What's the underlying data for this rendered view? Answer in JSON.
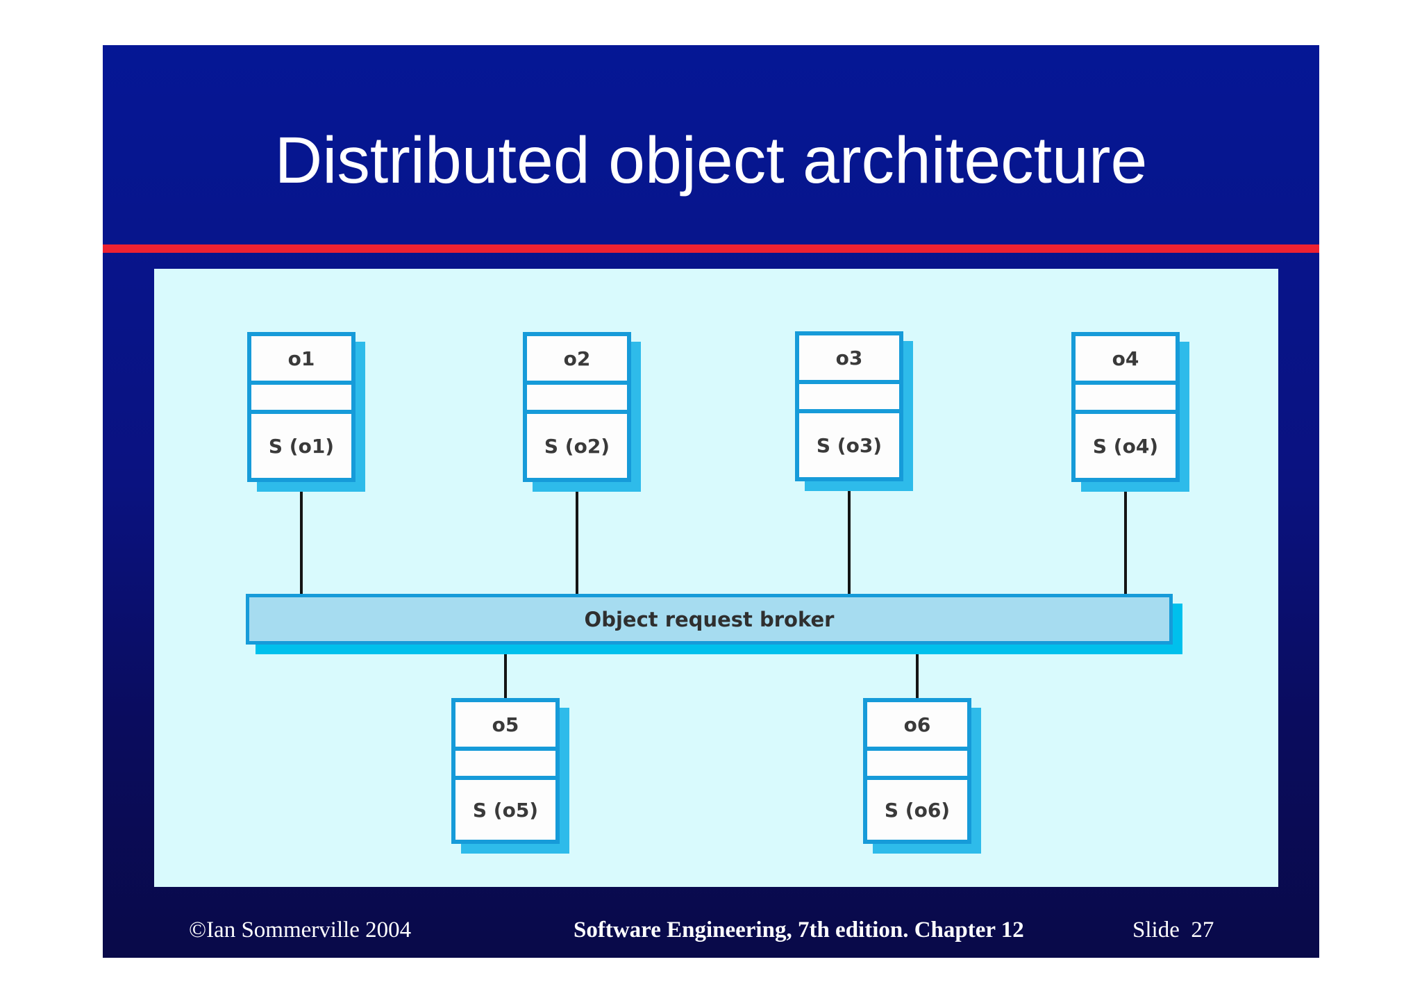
{
  "slide": {
    "title": "Distributed object architecture",
    "accent_line_color": "#ee2231",
    "background_top_color": "#051795",
    "background_bottom_color": "#090a49",
    "footer": {
      "copyright": "©Ian Sommerville 2004",
      "book_info": "Software Engineering, 7th edition. Chapter 12",
      "slide_number": "Slide  27"
    }
  },
  "diagram": {
    "panel_color": "#d9fafd",
    "box_border_color": "#169bd9",
    "box_shadow_color": "#2ebbea",
    "text_color": "#3a3a3a",
    "broker": {
      "label": "Object request broker",
      "fill_color": "#a6dcf0",
      "shadow_color": "#00c0ec"
    },
    "objects": [
      {
        "name": "o1",
        "middle": "",
        "service": "S (o1)"
      },
      {
        "name": "o2",
        "middle": "",
        "service": "S (o2)"
      },
      {
        "name": "o3",
        "middle": "",
        "service": "S (o3)"
      },
      {
        "name": "o4",
        "middle": "",
        "service": "S (o4)"
      },
      {
        "name": "o5",
        "middle": "",
        "service": "S (o5)"
      },
      {
        "name": "o6",
        "middle": "",
        "service": "S (o6)"
      }
    ]
  }
}
